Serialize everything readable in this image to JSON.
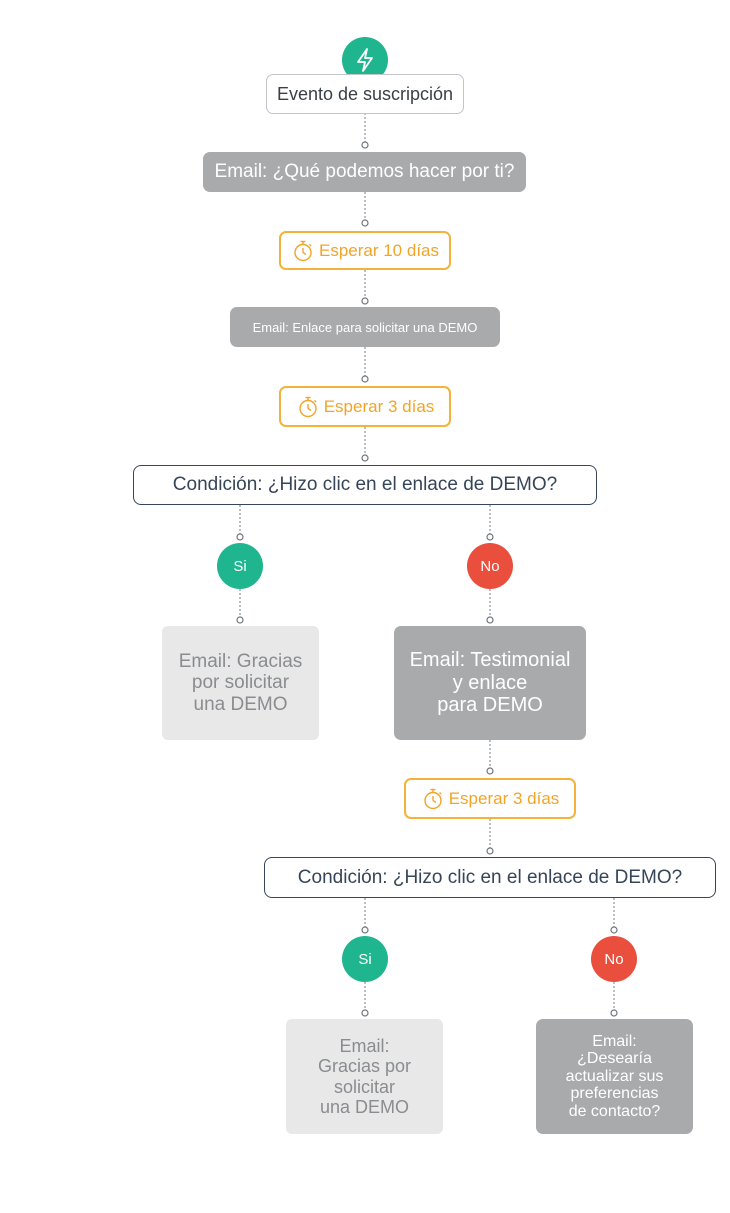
{
  "trigger": {
    "icon": "lightning-bolt-icon",
    "label": "Evento de suscripción"
  },
  "email_1": "Email: ¿Qué podemos hacer por ti?",
  "wait_1": {
    "icon": "stopwatch-icon",
    "label": "Esperar 10 días"
  },
  "email_2": "Email: Enlace para solicitar una DEMO",
  "wait_2": {
    "icon": "stopwatch-icon",
    "label": "Esperar 3 días"
  },
  "condition_1": {
    "label": "Condición: ¿Hizo clic en el enlace de DEMO?",
    "yes": "Si",
    "no": "No",
    "yes_email": [
      "Email: Gracias",
      "por solicitar",
      "una DEMO"
    ],
    "no_email": [
      "Email: Testimonial",
      "y enlace",
      "para DEMO"
    ]
  },
  "wait_3": {
    "icon": "stopwatch-icon",
    "label": "Esperar 3 días"
  },
  "condition_2": {
    "label": "Condición: ¿Hizo clic en el enlace de DEMO?",
    "yes": "Si",
    "no": "No",
    "yes_email": [
      "Email:",
      "Gracias por",
      "solicitar",
      "una DEMO"
    ],
    "no_email": [
      "Email:",
      "¿Desearía",
      "actualizar sus",
      "preferencias",
      "de contacto?"
    ]
  },
  "colors": {
    "green": "#1fb58f",
    "red": "#ea4f3d",
    "orange": "#f4b23b",
    "navy": "#364558",
    "dark_gray": "#a9aaab",
    "light_gray": "#e8e8e8"
  }
}
